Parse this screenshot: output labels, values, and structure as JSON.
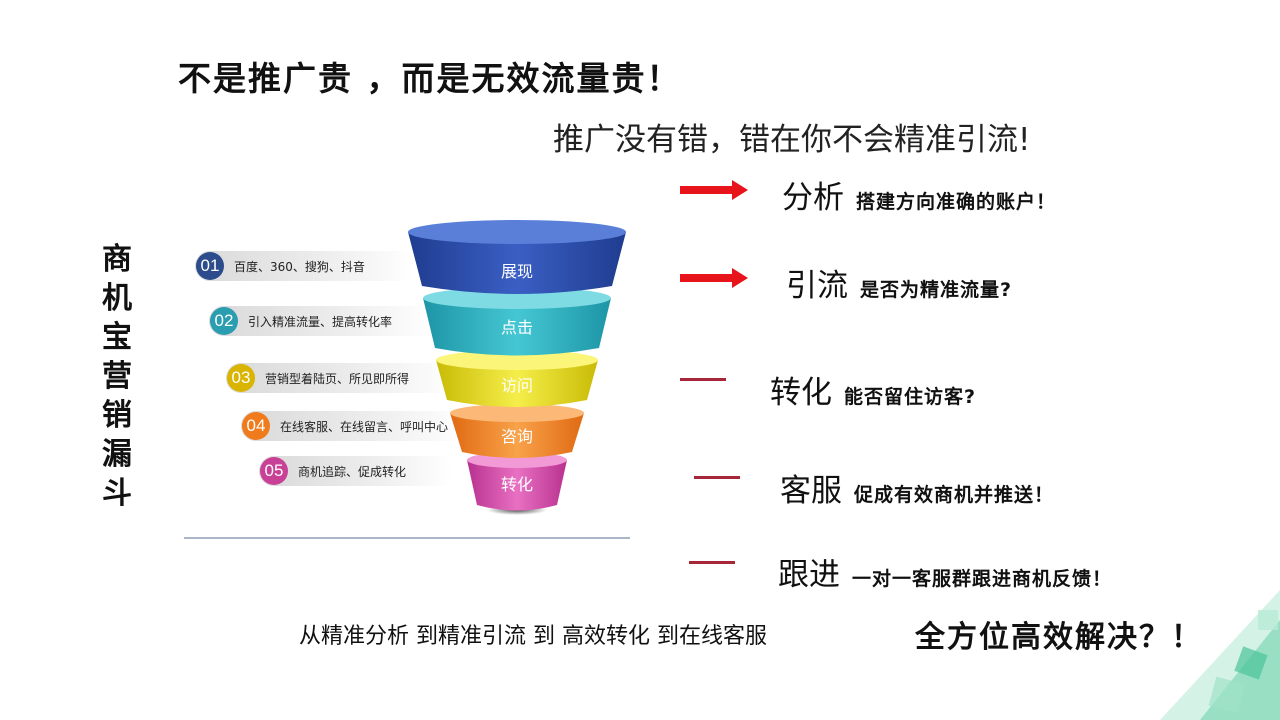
{
  "headline": "不是推广贵 ，而是无效流量贵！",
  "subheadline": "推广没有错，错在你不会精准引流!",
  "vertical_title": [
    "商",
    "机",
    "宝",
    "营",
    "销",
    "漏",
    "斗"
  ],
  "funnel_layers": [
    {
      "label": "展现",
      "color": "#2d4ea8"
    },
    {
      "label": "点击",
      "color": "#2fb3c2"
    },
    {
      "label": "访问",
      "color": "#e9de21"
    },
    {
      "label": "咨询",
      "color": "#f0872a"
    },
    {
      "label": "转化",
      "color": "#d64ba9"
    }
  ],
  "steps": [
    {
      "num": "01",
      "text": "百度、360、搜狗、抖音",
      "color": "#2c4c8c"
    },
    {
      "num": "02",
      "text": "引入精准流量、提高转化率",
      "color": "#2a9db0"
    },
    {
      "num": "03",
      "text": "营销型着陆页、所见即所得",
      "color": "#d9b400"
    },
    {
      "num": "04",
      "text": "在线客服、在线留言、呼叫中心",
      "color": "#f07b1c"
    },
    {
      "num": "05",
      "text": "商机追踪、促成转化",
      "color": "#c94196"
    }
  ],
  "right_items": [
    {
      "title": "分析",
      "desc": "搭建方向准确的账户！",
      "marker": "arrow"
    },
    {
      "title": "引流",
      "desc": "是否为精准流量?",
      "marker": "arrow"
    },
    {
      "title": "转化",
      "desc": "能否留住访客?",
      "marker": "dash"
    },
    {
      "title": "客服",
      "desc": "促成有效商机并推送！",
      "marker": "dash"
    },
    {
      "title": "跟进",
      "desc": "一对一客服群跟进商机反馈！",
      "marker": "dash"
    }
  ],
  "bottom_text": "从精准分析  到精准引流  到 高效转化  到在线客服",
  "bottom_strong": "全方位高效解决？！",
  "colors": {
    "arrow_red": "#e8141b",
    "dash_red": "#a6263a",
    "accent_green": "#3db58a"
  }
}
